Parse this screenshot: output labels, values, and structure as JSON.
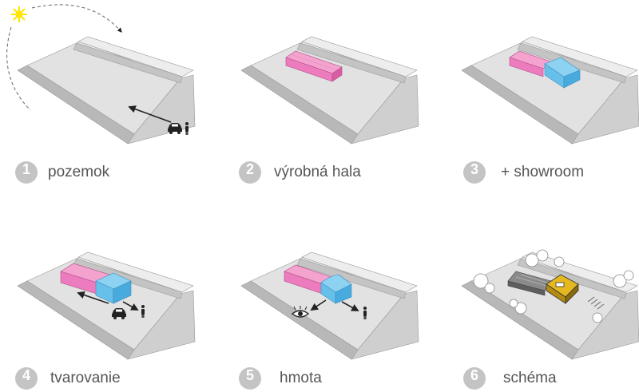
{
  "steps": [
    {
      "number": "1",
      "label": "pozemok"
    },
    {
      "number": "2",
      "label": "výrobná hala"
    },
    {
      "number": "3",
      "label": "+ showroom"
    },
    {
      "number": "4",
      "label": "tvarovanie"
    },
    {
      "number": "5",
      "label": "hmota"
    },
    {
      "number": "6",
      "label": "schéma"
    }
  ],
  "colors": {
    "terrain_top": "#e2e2e2",
    "terrain_side": "#b8b8b8",
    "hall": "#f4a3cf",
    "showroom": "#8ed2f2",
    "sun": "#ffe600",
    "house": "#e6b820",
    "step_circle": "#c4c4c4"
  },
  "icons": [
    "sun-icon",
    "car-icon",
    "person-icon",
    "eye-icon",
    "tree-icon"
  ]
}
